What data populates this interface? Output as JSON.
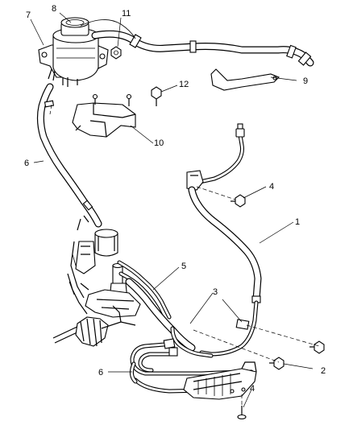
{
  "callouts": {
    "c1": "1",
    "c2": "2",
    "c3": "3",
    "c4a": "4",
    "c4b": "4",
    "c5": "5",
    "c6a": "6",
    "c6b": "6",
    "c7": "7",
    "c8": "8",
    "c9": "9",
    "c10": "10",
    "c11": "11",
    "c12": "12"
  }
}
